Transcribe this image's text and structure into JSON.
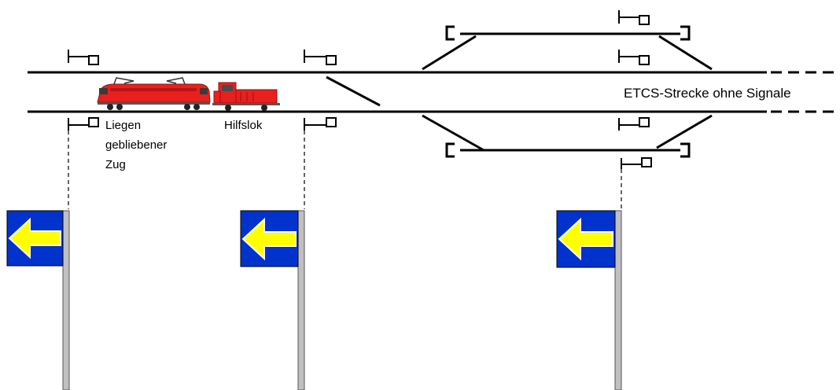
{
  "labels": {
    "stuck_train_line1": "Liegen",
    "stuck_train_line2": "gebliebener",
    "stuck_train_line3": "Zug",
    "rescue_loco": "Hilfslok",
    "etcs_line": "ETCS-Strecke ohne Signale"
  },
  "colors": {
    "track": "#000000",
    "sign_background": "#0033cc",
    "sign_arrow": "#ffff00",
    "pole": "#c0c0c0",
    "locomotive": "#e8201e"
  },
  "icons": {
    "sign": "arrow-left-sign-icon",
    "marker": "block-marker-icon",
    "electric_loco": "electric-locomotive-icon",
    "diesel_loco": "diesel-locomotive-icon"
  }
}
